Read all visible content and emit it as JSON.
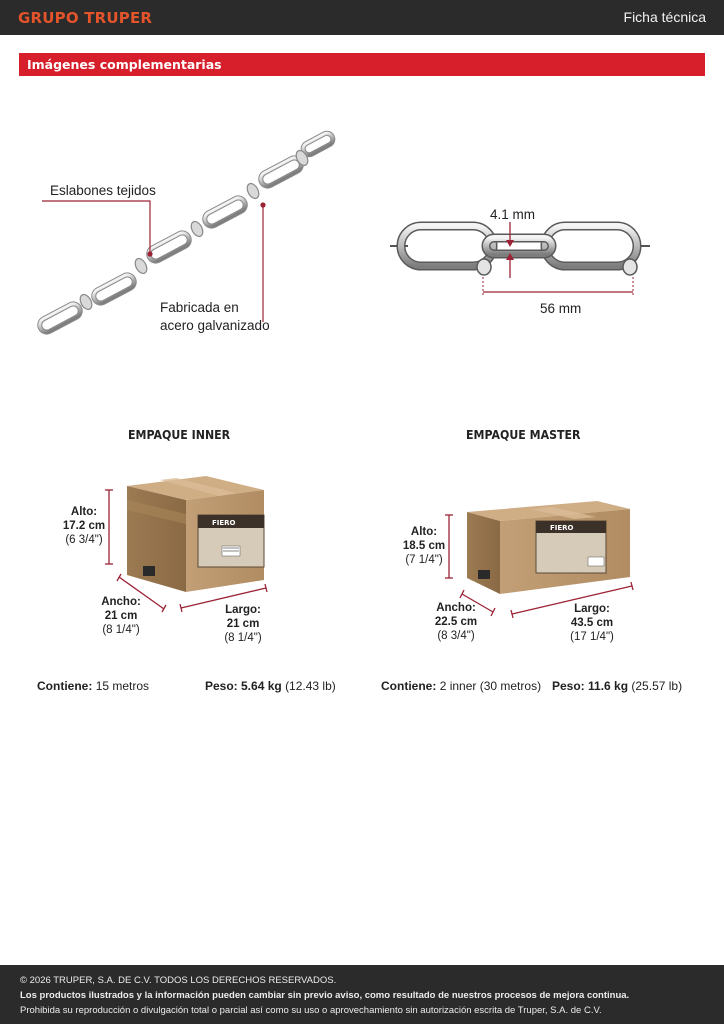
{
  "header": {
    "brand": "GRUPO TRUPER",
    "doc_type": "Ficha técnica"
  },
  "section": {
    "title": "Imágenes complementarias"
  },
  "chain": {
    "callout_links": "Eslabones tejidos",
    "callout_material_line1": "Fabricada en",
    "callout_material_line2": "acero galvanizado",
    "wire_diameter": "4.1 mm",
    "link_length": "56 mm"
  },
  "inner": {
    "title": "EMPAQUE INNER",
    "box_brand": "FIERO",
    "alto": {
      "name": "Alto:",
      "metric": "17.2 cm",
      "imperial": "(6 3/4\")"
    },
    "ancho": {
      "name": "Ancho:",
      "metric": "21 cm",
      "imperial": "(8 1/4\")"
    },
    "largo": {
      "name": "Largo:",
      "metric": "21 cm",
      "imperial": "(8 1/4\")"
    },
    "contiene_label": "Contiene:",
    "contiene_value": "15 metros",
    "peso_label": "Peso: 5.64 kg",
    "peso_value": "(12.43 lb)"
  },
  "master": {
    "title": "EMPAQUE MASTER",
    "box_brand": "FIERO",
    "alto": {
      "name": "Alto:",
      "metric": "18.5 cm",
      "imperial": "(7 1/4\")"
    },
    "ancho": {
      "name": "Ancho:",
      "metric": "22.5 cm",
      "imperial": "(8 3/4\")"
    },
    "largo": {
      "name": "Largo:",
      "metric": "43.5 cm",
      "imperial": "(17 1/4\")"
    },
    "contiene_label": "Contiene:",
    "contiene_value": "2 inner (30 metros)",
    "peso_label": "Peso: 11.6 kg",
    "peso_value": "(25.57 lb)"
  },
  "footer": {
    "copyright": "© 2026 TRUPER, S.A. DE C.V. TODOS LOS DERECHOS RESERVADOS.",
    "notice": "Los productos ilustrados y la información pueden cambiar sin previo aviso, como resultado de nuestros procesos de mejora continua.",
    "prohibition": "Prohibida su reproducción o divulgación total o parcial así como su uso o aprovechamiento sin autorización escrita de Truper, S.A. de C.V."
  },
  "colors": {
    "header_bg": "#2b2b2b",
    "brand": "#e4542a",
    "section_bar": "#d61f2b",
    "dimension_lines": "#9b2335",
    "cardboard": "#b8946a"
  }
}
